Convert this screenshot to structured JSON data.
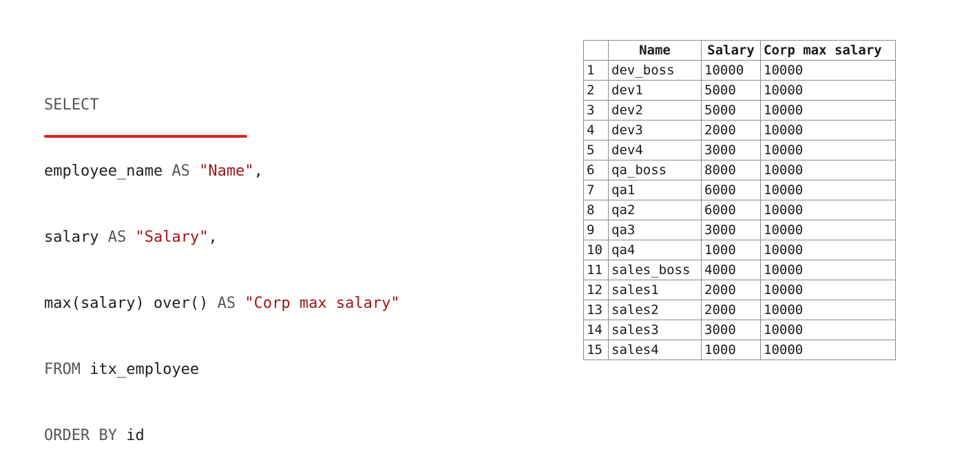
{
  "sql": {
    "select_kw": "SELECT",
    "line2": {
      "ident": "employee_name",
      "as_kw": "AS",
      "alias": "\"Name\"",
      "tail": ","
    },
    "line3": {
      "ident": "salary",
      "as_kw": "AS",
      "alias": "\"Salary\"",
      "tail": ","
    },
    "line4": {
      "ident": "max(salary) over()",
      "as_kw": "AS",
      "alias": "\"Corp max salary\""
    },
    "line5": {
      "kw": "FROM",
      "ident": "itx_employee"
    },
    "line6": {
      "kw": "ORDER BY",
      "ident": "id"
    }
  },
  "highlight": {
    "color": "#e02020"
  },
  "table": {
    "headers": [
      "",
      "Name",
      "Salary",
      "Corp max salary"
    ],
    "rows": [
      [
        "1",
        "dev_boss",
        "10000",
        "10000"
      ],
      [
        "2",
        "dev1",
        "5000",
        "10000"
      ],
      [
        "3",
        "dev2",
        "5000",
        "10000"
      ],
      [
        "4",
        "dev3",
        "2000",
        "10000"
      ],
      [
        "5",
        "dev4",
        "3000",
        "10000"
      ],
      [
        "6",
        "qa_boss",
        "8000",
        "10000"
      ],
      [
        "7",
        "qa1",
        "6000",
        "10000"
      ],
      [
        "8",
        "qa2",
        "6000",
        "10000"
      ],
      [
        "9",
        "qa3",
        "3000",
        "10000"
      ],
      [
        "10",
        "qa4",
        "1000",
        "10000"
      ],
      [
        "11",
        "sales_boss",
        "4000",
        "10000"
      ],
      [
        "12",
        "sales1",
        "2000",
        "10000"
      ],
      [
        "13",
        "sales2",
        "2000",
        "10000"
      ],
      [
        "14",
        "sales3",
        "3000",
        "10000"
      ],
      [
        "15",
        "sales4",
        "1000",
        "10000"
      ]
    ]
  }
}
